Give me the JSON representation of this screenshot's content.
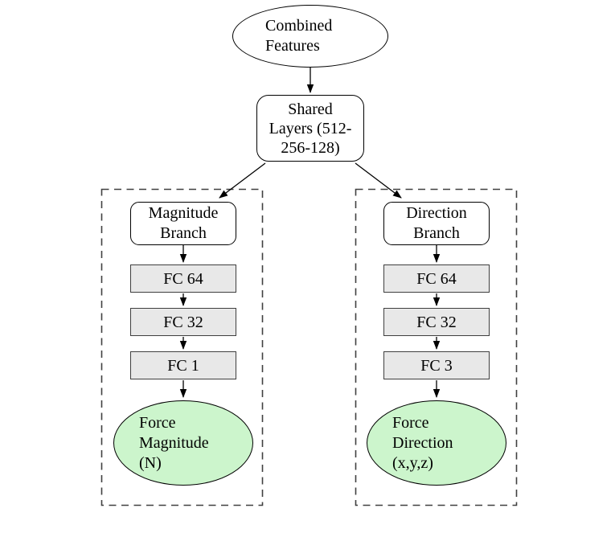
{
  "diagram": {
    "root_node": {
      "label": "Combined\nFeatures"
    },
    "shared_node": {
      "label": "Shared\nLayers (512-\n256-128)"
    },
    "branches": [
      {
        "id": "magnitude",
        "head_label": "Magnitude\nBranch",
        "layers": [
          "FC 64",
          "FC 32",
          "FC 1"
        ],
        "output_label": "Force\nMagnitude\n(N)"
      },
      {
        "id": "direction",
        "head_label": "Direction\nBranch",
        "layers": [
          "FC 64",
          "FC 32",
          "FC 3"
        ],
        "output_label": "Force\nDirection\n(x,y,z)"
      }
    ],
    "colors": {
      "background": "#ffffff",
      "node_stroke": "#000000",
      "fc_fill": "#e8e8e8",
      "fc_stroke": "#3f3f3f",
      "output_fill": "#ccf5cc",
      "dashed_container_stroke": "#404040",
      "arrow": "#000000",
      "text": "#000000"
    }
  }
}
